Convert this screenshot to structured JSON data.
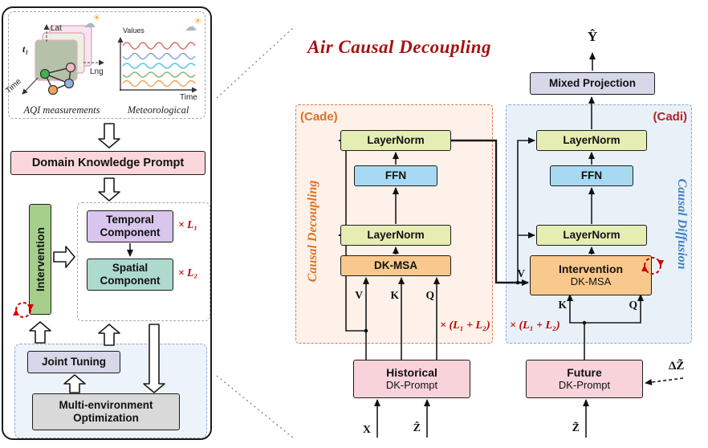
{
  "colors": {
    "prompt_pink": "#f9d3da",
    "layernorm_green": "#e6edb2",
    "ffn_blue": "#a8d9f2",
    "attention_orange": "#f9c88c",
    "projection_lavender": "#d6d7e9",
    "temporal_purple": "#d9c6ec",
    "spatial_teal": "#aedacd",
    "intervention_green": "#a7cf8c",
    "accent_red": "#c00000",
    "cade_orange": "#e0711f",
    "cadi_blue": "#3f7fc1",
    "title_red": "#a61212"
  },
  "icons": {
    "sun": "☀",
    "cloud": "☁"
  },
  "left": {
    "aqi_caption": "AQI measurements",
    "met_caption": "Meteorological",
    "lat": "Lat",
    "lng": "Lng",
    "time_axis": "Time",
    "t1": "t₁",
    "values": "Values",
    "time_axis2": "Time",
    "domain_prompt": "Domain Knowledge Prompt",
    "intervention": "Intervention",
    "temporal_line1": "Temporal",
    "temporal_line2": "Component",
    "l1": "× L₁",
    "spatial_line1": "Spatial",
    "spatial_line2": "Component",
    "l2": "× L₂",
    "joint_tuning": "Joint Tuning",
    "multi_line1": "Multi-environment",
    "multi_line2": "Optimization"
  },
  "right": {
    "title": "Air Causal Decoupling",
    "y_hat": "Ŷ",
    "mixed_projection": "Mixed Projection",
    "cade_tag": "(Cade)",
    "cade_side": "Causal Decoupling",
    "cadi_tag": "(Cadi)",
    "cadi_side": "Causal Diffusion",
    "layernorm": "LayerNorm",
    "ffn": "FFN",
    "dk_msa": "DK-MSA",
    "v": "V",
    "k": "K",
    "q": "Q",
    "repeat_factor": "× (L₁ + L₂)",
    "historical_line1": "Historical",
    "historical_line2": "DK-Prompt",
    "future_line1": "Future",
    "future_line2": "DK-Prompt",
    "intervention_line1": "Intervention",
    "intervention_line2": "DK-MSA",
    "x": "X",
    "z_hat": "Ẑ",
    "z_tilde": "Z̃",
    "delta_z": "ΔZ̃"
  }
}
